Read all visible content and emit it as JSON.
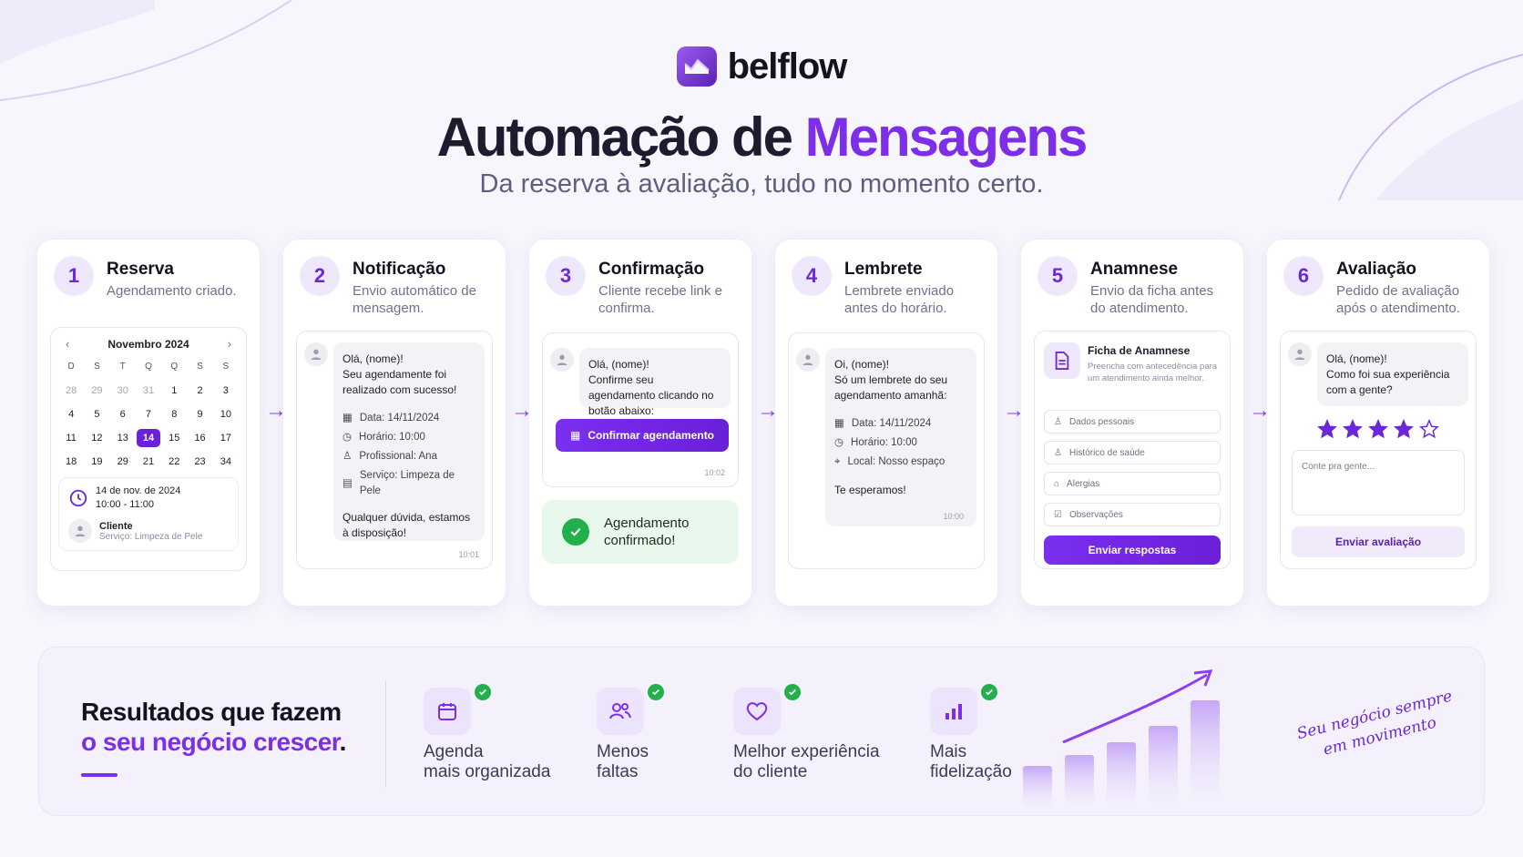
{
  "brand": {
    "name": "belflow"
  },
  "header": {
    "title_start": "Automação de ",
    "title_accent": "Mensagens",
    "subtitle": "Da reserva à avaliação, tudo no momento certo."
  },
  "steps": [
    {
      "num": "1",
      "title": "Reserva",
      "desc": "Agendamento criado."
    },
    {
      "num": "2",
      "title": "Notificação",
      "desc": "Envio automático de mensagem."
    },
    {
      "num": "3",
      "title": "Confirmação",
      "desc": "Cliente recebe link e confirma."
    },
    {
      "num": "4",
      "title": "Lembrete",
      "desc": "Lembrete enviado antes do horário."
    },
    {
      "num": "5",
      "title": "Anamnese",
      "desc": "Envio da ficha antes do atendimento."
    },
    {
      "num": "6",
      "title": "Avaliação",
      "desc": "Pedido de avaliação após o atendimento."
    }
  ],
  "calendar": {
    "month": "Novembro 2024",
    "weekdays": [
      "D",
      "S",
      "T",
      "Q",
      "Q",
      "S",
      "S"
    ],
    "days": [
      "28",
      "29",
      "30",
      "31",
      "1",
      "2",
      "3",
      "4",
      "5",
      "6",
      "7",
      "8",
      "9",
      "10",
      "11",
      "12",
      "13",
      "14",
      "15",
      "16",
      "17",
      "18",
      "19",
      "29",
      "21",
      "22",
      "23",
      "34"
    ],
    "appt_date": "14 de nov. de 2024",
    "appt_time": "10:00 - 11:00",
    "client_label": "Cliente",
    "client_service": "Serviço: Limpeza de Pele"
  },
  "notification": {
    "greeting": "Olá, (nome)!",
    "text": "Seu agendamente foi realizado com sucesso!",
    "date": "Data: 14/11/2024",
    "time": "Horário: 10:00",
    "professional": "Profissional: Ana",
    "service": "Serviço: Limpeza de Pele",
    "closing": "Qualquer dúvida, estamos à disposição!",
    "timestamp": "10:01"
  },
  "confirmation": {
    "greeting": "Olá, (nome)!",
    "text": "Confirme seu agendamento clicando no botão abaixo:",
    "button": "Confirmar agendamento",
    "timestamp": "10:02",
    "confirmed": "Agendamento confirmado!"
  },
  "reminder": {
    "greeting": "Oi, (nome)!",
    "text": "Só um lembrete do seu agendamento amanhã:",
    "date": "Data: 14/11/2024",
    "time": "Horário: 10:00",
    "location": "Local: Nosso espaço",
    "closing": "Te esperamos!",
    "timestamp": "10:00"
  },
  "anamnese": {
    "form_title": "Ficha de Anamnese",
    "form_desc": "Preencha com antecedência para um atendimento ainda melhor.",
    "fields": [
      "Dados pessoais",
      "Histórico de saúde",
      "Alergias",
      "Observações"
    ],
    "button": "Enviar respostas"
  },
  "review": {
    "greeting": "Olá, (nome)!",
    "text": "Como foi sua experiência com a gente?",
    "rating": 4,
    "rating_max": 5,
    "placeholder": "Conte pra gente...",
    "button": "Enviar avaliação"
  },
  "results": {
    "title_line1": "Resultados que fazem",
    "title_line2": "o seu negócio crescer",
    "title_end": ".",
    "benefits": [
      "Agenda\nmais organizada",
      "Menos\nfaltas",
      "Melhor experiência\ndo cliente",
      "Mais\nfidelização"
    ],
    "motto": "Seu negócio sempre em movimento"
  },
  "colors": {
    "accent": "#7c2ee8",
    "success": "#22b04b"
  }
}
